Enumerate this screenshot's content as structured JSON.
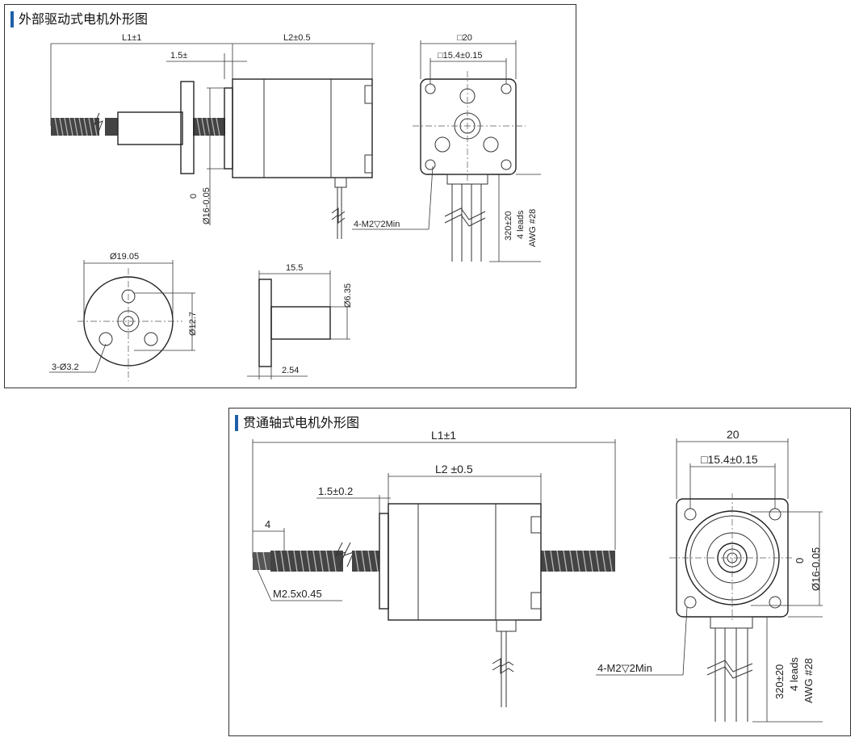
{
  "panels": {
    "external": {
      "title": "外部驱动式电机外形图",
      "labels": {
        "l1": "L1±1",
        "l2": "L2±0.5",
        "flange_offset": "1.5±",
        "square": "□20",
        "bolt_square": "□15.4±0.15",
        "pilot_tol": "0",
        "pilot_dia": "Ø16-0.05",
        "screw_holes": "4-M2▽2Min",
        "lead_length": "320±20",
        "lead_count": "4 leads",
        "awg": "AWG #28",
        "nut_dia": "Ø19.05",
        "nut_bcd": "Ø12.7",
        "nut_holes": "3-Ø3.2",
        "nut_length": "15.5",
        "nut_boss": "Ø6.35",
        "nut_flange": "2.54"
      }
    },
    "through": {
      "title": "贯通轴式电机外形图",
      "labels": {
        "l1": "L1±1",
        "l2": "L2 ±0.5",
        "flange_offset": "1.5±0.2",
        "thread_end": "4",
        "thread": "M2.5x0.45",
        "square": "20",
        "bolt_square": "□15.4±0.15",
        "pilot_tol": "0",
        "pilot_dia": "Ø16-0.05",
        "screw_holes": "4-M2▽2Min",
        "lead_length": "320±20",
        "lead_count": "4 leads",
        "awg": "AWG #28"
      }
    }
  },
  "colors": {
    "accent": "#1e5fa8",
    "line": "#333333"
  }
}
